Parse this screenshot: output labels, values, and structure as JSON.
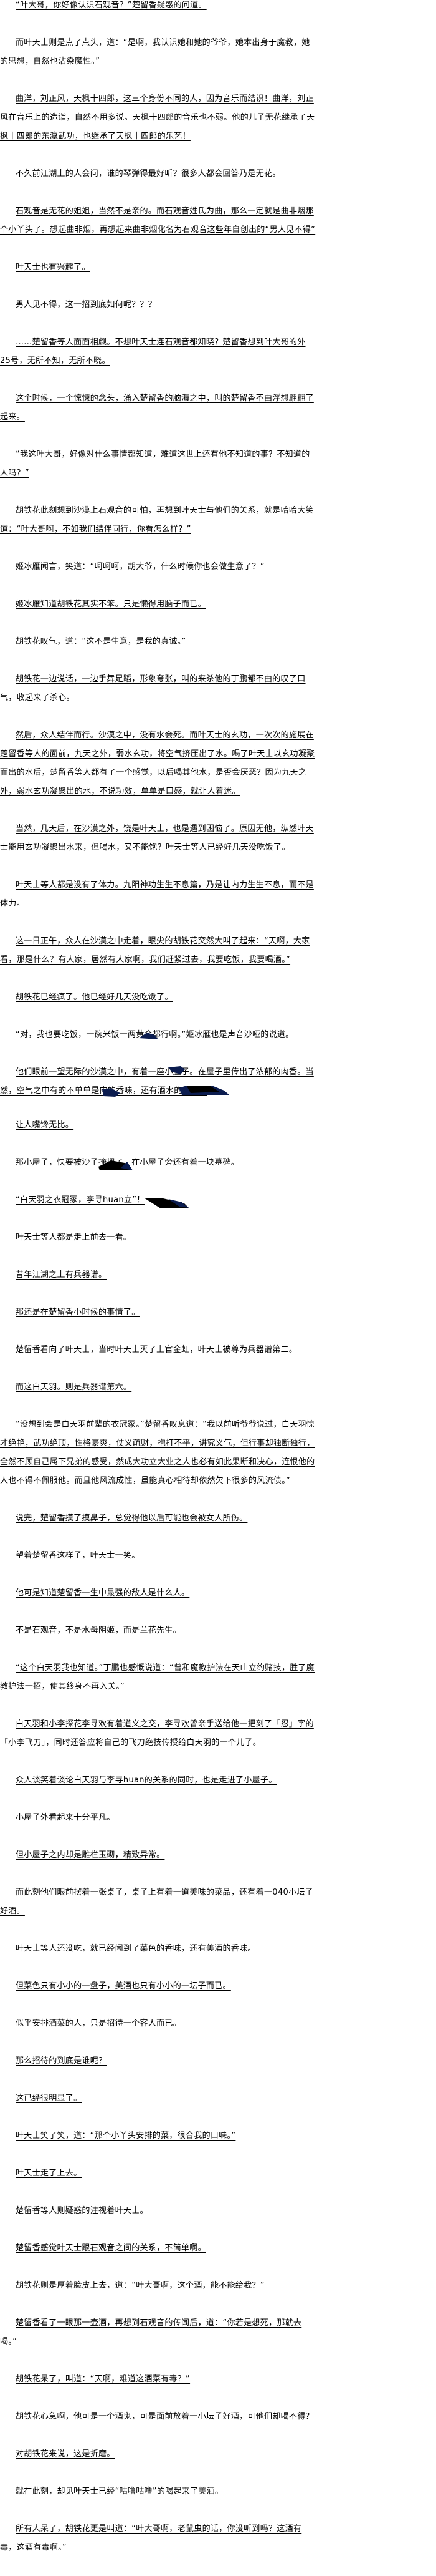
{
  "colors": {
    "text": "#000000",
    "stroke_navy": "#0b1c4f",
    "stroke_black": "#000000"
  },
  "paragraphs": [
    "“叶大哥，你好像认识石观音？”楚留香疑惑的问道。",
    "而叶天士则是点了点头，道：“是啊，我认识她和她的爷爷，她本出身于魔教，她的思想，自然也沾染魔性。”",
    "曲洋，刘正风，天枫十四郎，这三个身份不同的人，因为音乐而结识！曲洋，刘正风在音乐上的造诣，自然不用多说。天枫十四郎的音乐也不弱。他的儿子无花继承了天枫十四郎的东瀛武功，也继承了天枫十四郎的乐艺！",
    "不久前江湖上的人会问，谁的琴弹得最好听？很多人都会回答乃是无花。",
    "石观音是无花的姐姐，当然不是亲的。而石观音姓氏为曲，那么一定就是曲非烟那个小丫头了。想起曲非烟，再想起来曲非烟化名为石观音这些年自创出的“男人见不得”",
    "叶天士也有兴趣了。",
    "男人见不得，这一招到底如何呢？？？",
    "……楚留香等人面面相觑。不想叶天士连石观音都知晓？楚留香想到叶大哥的外25号，无所不知，无所不晓。",
    "这个时候，一个惊悚的念头，涌入楚留香的脑海之中，叫的楚留香不由浮想翩翩了起来。",
    "“我这叶大哥，好像对什么事情都知道，难道这世上还有他不知道的事？不知道的人吗？”",
    "胡铁花此刻想到沙漠上石观音的可怕，再想到叶天士与他们的关系，就是哈哈大笑道：“叶大哥啊，不如我们结伴同行，你看怎么样？”",
    "姬冰雁闻言，笑道：“呵呵呵，胡大爷，什么时候你也会做生意了？”",
    "姬冰雁知道胡铁花其实不笨。只是懒得用脑子而已。",
    "胡铁花叹气，道：“这不是生意，是我的真诚。”",
    "胡铁花一边说话，一边手舞足蹈，形象夸张，叫的来杀他的丁鹏都不由的叹了口气，收起来了杀心。",
    "然后，众人结伴而行。沙漠之中，没有水会死。而叶天士的玄功，一次次的施展在楚留香等人的面前，九天之外，弱水玄功，将空气挤压出了水。喝了叶天士以玄功凝聚而出的水后，楚留香等人都有了一个感觉，以后喝其他水，是否会厌恶？因为九天之外，弱水玄功凝聚出的水，不说功效，单单是口感，就让人着迷。",
    "当然，几天后，在沙漠之外，饶是叶天士，也是遇到困恼了。原因无他，纵然叶天士能用玄功凝聚出水来，但喝水，又不能饱？叶天士等人已经好几天没吃饭了。",
    "叶天士等人都是没有了体力。九阳神功生生不息篇，乃是让内力生生不息，而不是体力。",
    "这一日正午，众人在沙漠之中走着，眼尖的胡铁花突然大叫了起来：“天啊，大家看，那是什么？有人家，居然有人家啊，我们赶紧过去，我要吃饭，我要喝酒。”",
    "胡铁花已经疯了。他已经好几天没吃饭了。",
    "“对，我也要吃饭，一碗米饭一两黄金都行啊。”姬冰雁也是声音沙哑的说道。",
    "他们眼前一望无际的沙漠之中，有着一座小屋子。在屋子里传出了浓郁的肉香。当然，空气之中有的不单单是肉的香味，还有酒水的香味。",
    "让人嘴馋无比。",
    "那小屋子，快要被沙子掩埋了。在小屋子旁还有着一块墓碑。",
    "“白天羽之衣冠冢，李寻huan立”！",
    "叶天士等人都是走上前去一看。",
    "昔年江湖之上有兵器谱。",
    "那还是在楚留香小时候的事情了。",
    "楚留香看向了叶天士，当时叶天士灭了上官金虹，叶天士被尊为兵器谱第二。",
    "而这白天羽。则是兵器谱第六。",
    "“没想到会是白天羽前辈的衣冠冢。”楚留香叹息道：“我以前听爷爷说过，白天羽惊才绝艳，武功绝顶，性格豪爽，仗义疏财，抱打不平，讲究义气，但行事却独断独行，全然不顾自己属下兄弟的感受，然成大功立大业之人也必有如此果断和决心，连恨他的人也不得不佩服他。而且他风流成性，虽能真心相待却依然欠下很多的风流债。”",
    "说完，楚留香摸了摸鼻子，总觉得他以后可能也会被女人所伤。",
    "望着楚留香这样子，叶天士一笑。",
    "他可是知道楚留香一生中最强的敌人是什么人。",
    "不是石观音，不是水母阴姬，而是兰花先生。",
    "“这个白天羽我也知道。”丁鹏也感慨说道：“曾和魔教护法在天山立约赌技，胜了魔教护法一招，使其终身不再入关。”",
    "白天羽和小李探花李寻欢有着道义之交，李寻欢曾亲手送给他一把刻了「忍」字的「小李飞刀」，同时还答应将自己的飞刀绝技传授给白天羽的一个儿子。",
    "众人谈笑着谈论白天羽与李寻huan的关系的同时，也是走进了小屋子。",
    "小屋子外看起来十分平凡。",
    "但小屋子之内却是雕栏玉砌，精致异常。",
    "而此刻他们眼前摆着一张桌子，桌子上有着一道美味的菜品，还有着一040小坛子好酒。",
    "叶天士等人还没吃，就已经闻到了菜色的香味，还有美酒的香味。",
    "但菜色只有小小的一盘子，美酒也只有小小的一坛子而已。",
    "似乎安排酒菜的人，只是招待一个客人而已。",
    "那么招待的到底是谁呢？",
    "这已经很明显了。",
    "叶天士笑了笑，道：“那个小丫头安排的菜，很合我的口味。”",
    "叶天士走了上去。",
    "楚留香等人则疑惑的注视着叶天士。",
    "楚留香感觉叶天士跟石观音之间的关系，不简单啊。",
    "胡铁花则是厚着脸皮上去，道：“叶大哥啊，这个酒，能不能给我？”",
    "楚留香看了一眼那一壶酒，再想到石观音的传闻后，道：“你若是想死，那就去喝。”",
    "胡铁花呆了，叫道：“天啊，难道这酒菜有毒？”",
    "胡铁花心急啊，他可是一个酒鬼，可是面前放着一小坛子好酒，可他们却喝不得？",
    "对胡铁花来说，这是折磨。",
    "就在此刻，却见叶天士已经“咕噜咕噜”的喝起来了美酒。",
    "所有人呆了，胡铁花更是叫道：“叶大哥啊，老鼠虫的话，你没听到吗？这酒有毒，这酒有毒啊。”"
  ]
}
